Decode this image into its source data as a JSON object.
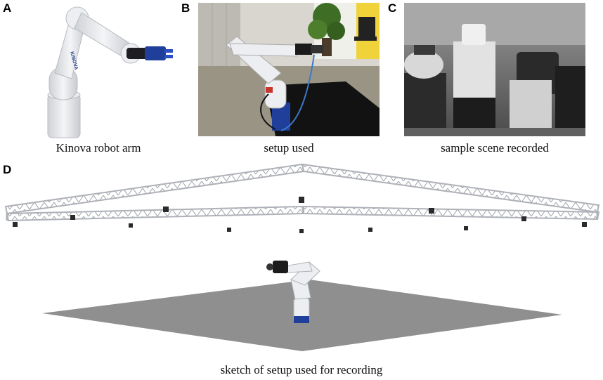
{
  "panels": [
    {
      "letter": "A",
      "caption": "Kinova robot arm"
    },
    {
      "letter": "B",
      "caption": "setup used"
    },
    {
      "letter": "C",
      "caption": "sample scene recorded"
    },
    {
      "letter": "D",
      "caption": "sketch of setup used for recording"
    }
  ],
  "logos": {
    "arm_brand": "KINOVA"
  },
  "colors": {
    "arm_white": "#e9ebee",
    "arm_blue": "#1f3f9a",
    "truss": "#b9bcc2",
    "floor_plane": "#8f8f8f",
    "scene_dark": "#2b2b2b"
  }
}
